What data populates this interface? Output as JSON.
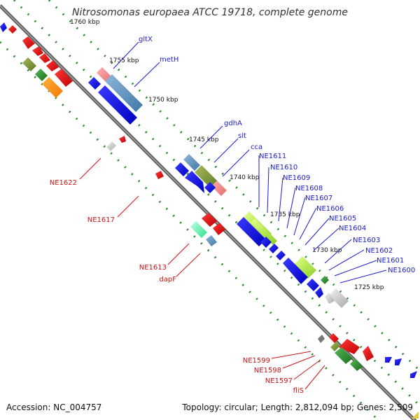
{
  "title": "Nitrosomonas europaea ATCC 19718, complete genome",
  "footer": {
    "accession": "Accession: NC_004757",
    "summary": "Topology: circular; Length: 2,812,094 bp; Genes: 2,509"
  },
  "ticks": [
    {
      "label": "1760 kbp"
    },
    {
      "label": "1755 kbp"
    },
    {
      "label": "1750 kbp"
    },
    {
      "label": "1745 kbp"
    },
    {
      "label": "1740 kbp"
    },
    {
      "label": "1735 kbp"
    },
    {
      "label": "1730 kbp"
    },
    {
      "label": "1725 kbp"
    }
  ],
  "genes_forward": [
    {
      "label": "gltX"
    },
    {
      "label": "metH"
    },
    {
      "label": "gdhA"
    },
    {
      "label": "slt"
    },
    {
      "label": "cca"
    },
    {
      "label": "NE1611"
    },
    {
      "label": "NE1610"
    },
    {
      "label": "NE1609"
    },
    {
      "label": "NE1608"
    },
    {
      "label": "NE1607"
    },
    {
      "label": "NE1606"
    },
    {
      "label": "NE1605"
    },
    {
      "label": "NE1604"
    },
    {
      "label": "NE1603"
    },
    {
      "label": "NE1602"
    },
    {
      "label": "NE1601"
    },
    {
      "label": "NE1600"
    }
  ],
  "genes_reverse": [
    {
      "label": "NE1622"
    },
    {
      "label": "NE1617"
    },
    {
      "label": "NE1613"
    },
    {
      "label": "dapF"
    },
    {
      "label": "NE1599"
    },
    {
      "label": "NE1598"
    },
    {
      "label": "NE1597"
    },
    {
      "label": "fliS"
    }
  ],
  "colors": {
    "forward_label": "#1a1ad0",
    "reverse_label": "#c81414",
    "cds_blue": "#0000e8",
    "cds_red": "#f00000",
    "backbone": "#7a7a7a",
    "dots": "#2a8a2a"
  }
}
